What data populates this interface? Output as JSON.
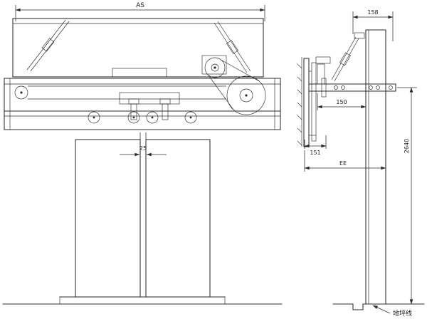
{
  "colors": {
    "line_color": "#2b2b2b",
    "background": "#ffffff"
  },
  "front_view": {
    "dim_overall_width": "AS",
    "dim_door_gap": "25"
  },
  "side_view": {
    "dim_bracket_top": "158",
    "dim_operator_to_column": "150",
    "dim_operator_depth": "151",
    "dim_overall_depth": "EE",
    "dim_install_height": "2640",
    "ground_line_label": "地坪线"
  }
}
